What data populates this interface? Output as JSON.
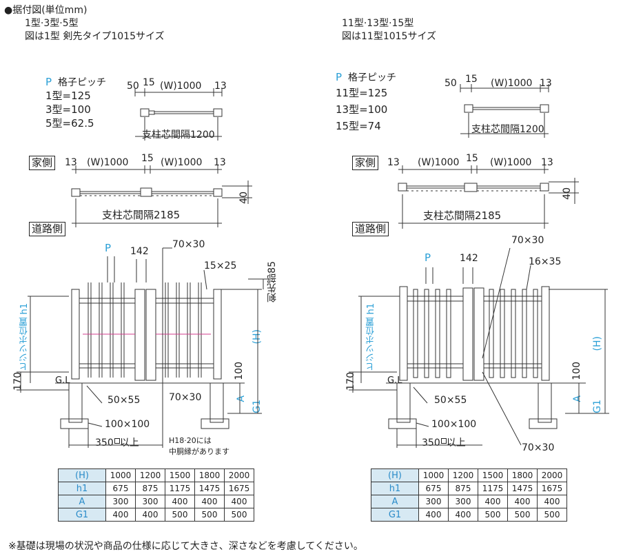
{
  "header": {
    "title": "●据付図(単位mm)",
    "left_sub1": "1型·3型·5型",
    "left_sub2": "図は1型 剣先タイプ1015サイズ",
    "right_sub1": "11型·13型·15型",
    "right_sub2": "図は11型1015サイズ"
  },
  "left": {
    "pitch_title": "格子ピッチ",
    "pitch_p": "P",
    "pitch_items": [
      "1型=125",
      "3型=100",
      "5型=62.5"
    ],
    "top_dims": {
      "d50": "50",
      "d15": "15",
      "w": "(W)1000",
      "d13": "13"
    },
    "top_span": "支柱芯間隔1200",
    "house_side": "家側",
    "road_side": "道路側",
    "mid_dims": {
      "d13a": "13",
      "w1": "(W)1000",
      "d15": "15",
      "w2": "(W)1000",
      "d13b": "13"
    },
    "mid_span": "支柱芯間隔2185",
    "mid_40": "40",
    "elev": {
      "p": "P",
      "d142": "142",
      "d70x30": "70×30",
      "d15x25": "15×25",
      "kensaki": "剣先部85",
      "h1": "ヒジツボ位置 h1",
      "H": "(H)",
      "d170": "170",
      "gl": "G.L",
      "d100": "100",
      "A": "A",
      "G1": "G1",
      "d50x55": "50×55",
      "d70x30b": "70×30",
      "d100x100": "100×100",
      "d350": "350",
      "d350b": "以上",
      "note1": "H18·20には",
      "note2": "中胴縁があります"
    },
    "table": {
      "rows": [
        [
          "(H)",
          "1000",
          "1200",
          "1500",
          "1800",
          "2000"
        ],
        [
          "h1",
          "675",
          "875",
          "1175",
          "1475",
          "1675"
        ],
        [
          "A",
          "300",
          "300",
          "400",
          "400",
          "400"
        ],
        [
          "G1",
          "400",
          "400",
          "500",
          "500",
          "500"
        ]
      ]
    }
  },
  "right": {
    "pitch_title": "格子ピッチ",
    "pitch_p": "P",
    "pitch_items": [
      "11型=125",
      "13型=100",
      "15型=74"
    ],
    "top_dims": {
      "d50": "50",
      "d15": "15",
      "w": "(W)1000",
      "d13": "13"
    },
    "top_span": "支柱芯間隔1200",
    "house_side": "家側",
    "road_side": "道路側",
    "mid_dims": {
      "d13a": "13",
      "w1": "(W)1000",
      "d15": "15",
      "w2": "(W)1000",
      "d13b": "13"
    },
    "mid_span": "支柱芯間隔2185",
    "mid_40": "40",
    "elev": {
      "p": "P",
      "d142": "142",
      "d70x30": "70×30",
      "d16x35": "16×35",
      "h1": "ヒジツボ位置 h1",
      "H": "(H)",
      "d170": "170",
      "gl": "G.L",
      "d100": "100",
      "A": "A",
      "G1": "G1",
      "d50x55": "50×55",
      "d100x100": "100×100",
      "d350": "350",
      "d350b": "以上",
      "d70x30b": "70×30"
    },
    "table": {
      "rows": [
        [
          "(H)",
          "1000",
          "1200",
          "1500",
          "1800",
          "2000"
        ],
        [
          "h1",
          "675",
          "875",
          "1175",
          "1475",
          "1675"
        ],
        [
          "A",
          "300",
          "300",
          "400",
          "400",
          "400"
        ],
        [
          "G1",
          "400",
          "400",
          "500",
          "500",
          "500"
        ]
      ]
    }
  },
  "footer_note": "※基礎は現場の状況や商品の仕様に応じて大きさ、深さなどを考慮してください。",
  "colors": {
    "accent": "#2a9fd6",
    "table_key_bg": "#d7e9f3",
    "ridge_line": "#d23c8c"
  }
}
